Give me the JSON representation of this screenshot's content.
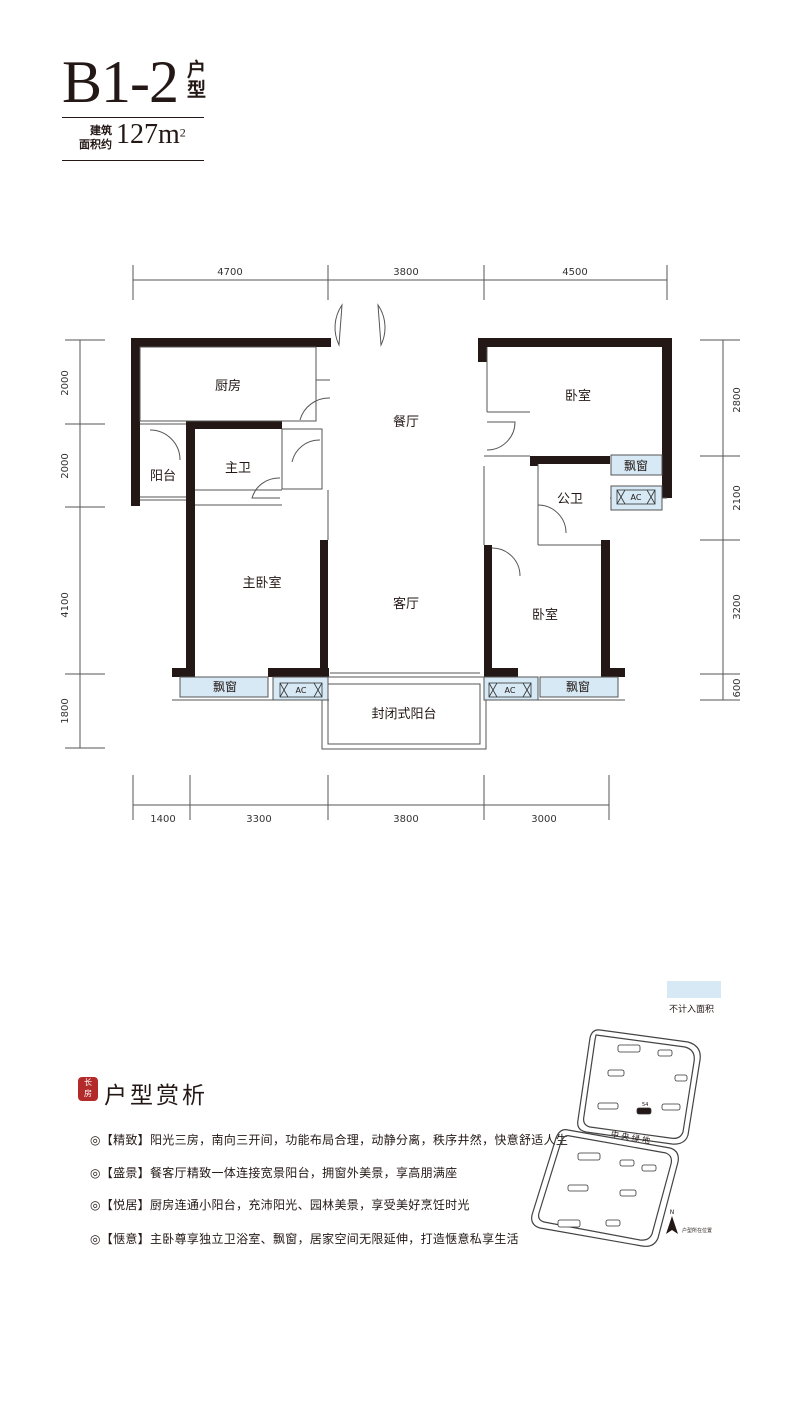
{
  "header": {
    "code": "B1-2",
    "suffix_line1": "户",
    "suffix_line2": "型",
    "area_label_line1": "建筑",
    "area_label_line2": "面积约",
    "area_value": "127m",
    "area_unit_sup": "2"
  },
  "dimensions": {
    "top": [
      "4700",
      "3800",
      "4500"
    ],
    "bottom": [
      "1400",
      "3300",
      "3800",
      "3000"
    ],
    "left": [
      "2000",
      "2000",
      "4100",
      "1800"
    ],
    "right": [
      "2800",
      "2100",
      "3200",
      "600"
    ]
  },
  "rooms": {
    "kitchen": "厨房",
    "dining": "餐厅",
    "bedroom_ne": "卧室",
    "balcony_small": "阳台",
    "master_bath": "主卫",
    "public_bath": "公卫",
    "master_bedroom": "主卧室",
    "living": "客厅",
    "bedroom_se": "卧室",
    "enclosed_balcony": "封闭式阳台",
    "bay_window_ne": "飘窗",
    "bay_window_sw": "飘窗",
    "bay_window_se": "飘窗",
    "ac_1": "AC",
    "ac_2": "AC",
    "ac_3": "AC"
  },
  "legend": {
    "note": "不计入面积",
    "color": "#d6e9f5"
  },
  "analysis": {
    "seal_line1": "长",
    "seal_line2": "房",
    "title": "户型赏析",
    "items": [
      "◎【精致】阳光三房，南向三开间，功能布局合理，动静分离，秩序井然，快意舒适人生",
      "◎【盛景】餐客厅精致一体连接宽景阳台，拥窗外美景，享高朋满座",
      "◎【悦居】厨房连通小阳台，充沛阳光、园林美景，享受美好烹饪时光",
      "◎【惬意】主卧尊享独立卫浴室、飘窗，居家空间无限延伸，打造惬意私享生活"
    ]
  },
  "site_plan": {
    "road_label": "中 央 绿 地",
    "compass": "N",
    "location_note": "户型所在位置",
    "building_no": "54"
  },
  "colors": {
    "wall": "#231815",
    "window_fill": "#d6e9f5",
    "line": "#555555",
    "seal": "#b22a2a"
  }
}
